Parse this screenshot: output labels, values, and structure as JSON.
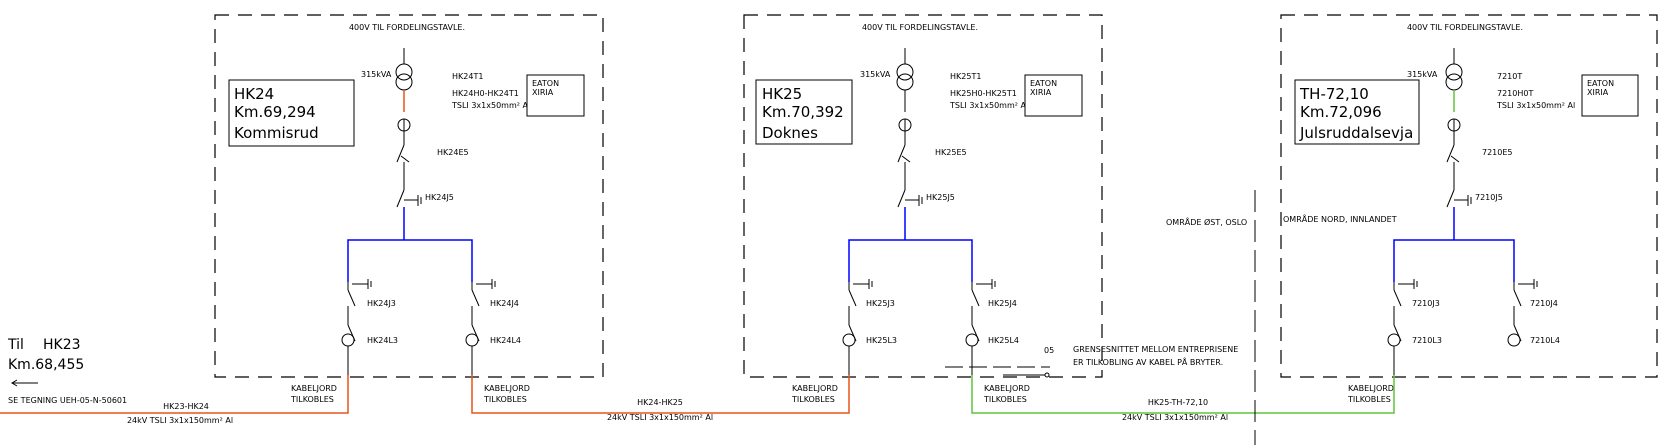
{
  "colors": {
    "busbar": "#0000ff",
    "cable_existing": "#e8541c",
    "cable_new": "#5ec43a",
    "frame": "#000000"
  },
  "stations": [
    {
      "title_lines": [
        "HK24",
        "Km.69,294",
        "Kommisrud"
      ],
      "header": "400V TIL FORDELINGSTAVLE.",
      "kva": "315kVA",
      "transformer_id": "HK24T1",
      "cable_id": "HK24H0-HK24T1",
      "cable_spec": "TSLI 3x1x50mm² Al",
      "breaker_brand": [
        "EATON",
        "XIRIA"
      ],
      "e_switch": "HK24E5",
      "j_switch": "HK24J5",
      "feeder_j": [
        "HK24J3",
        "HK24J4"
      ],
      "feeder_l": [
        "HK24L3",
        "HK24L4"
      ],
      "cable_note": [
        "KABELJORD",
        "TILKOBLES"
      ]
    },
    {
      "title_lines": [
        "HK25",
        "Km.70,392",
        "Doknes"
      ],
      "header": "400V TIL FORDELINGSTAVLE.",
      "kva": "315kVA",
      "transformer_id": "HK25T1",
      "cable_id": "HK25H0-HK25T1",
      "cable_spec": "TSLI 3x1x50mm² Al",
      "breaker_brand": [
        "EATON",
        "XIRIA"
      ],
      "e_switch": "HK25E5",
      "j_switch": "HK25J5",
      "feeder_j": [
        "HK25J3",
        "HK25J4"
      ],
      "feeder_l": [
        "HK25L3",
        "HK25L4"
      ],
      "cable_note": [
        "KABELJORD",
        "TILKOBLES"
      ]
    },
    {
      "title_lines": [
        "TH-72,10",
        "Km.72,096",
        "Julsruddalsevja"
      ],
      "header": "400V TIL FORDELINGSTAVLE.",
      "kva": "315kVA",
      "transformer_id": "7210T",
      "cable_id": "7210H0T",
      "cable_spec": "TSLI 3x1x50mm² Al",
      "breaker_brand": [
        "EATON",
        "XIRIA"
      ],
      "e_switch": "7210E5",
      "j_switch": "7210J5",
      "feeder_j": [
        "7210J3",
        "7210J4"
      ],
      "feeder_l": [
        "7210L3",
        "7210L4"
      ],
      "cable_note": [
        "KABELJORD",
        "TILKOBLES"
      ]
    }
  ],
  "left_ref": {
    "til": "Til",
    "station": "HK23",
    "km": "Km.68,455",
    "drawing_ref": "SE TEGNING UEH-05-N-50601"
  },
  "cables": [
    {
      "name": "HK23-HK24",
      "spec": "24kV TSLI 3x1x150mm² Al"
    },
    {
      "name": "HK24-HK25",
      "spec": "24kV TSLI 3x1x150mm² Al"
    },
    {
      "name": "HK25-TH-72,10",
      "spec": "24kV TSLI 3x1x150mm² Al"
    }
  ],
  "regions": {
    "east": "OMRÅDE ØST, OSLO",
    "north": "OMRÅDE NORD, INNLANDET"
  },
  "interface_note": {
    "label": "05",
    "lines": [
      "GRENSESNITTET MELLOM ENTREPRISENE",
      "ER TILKOBLING AV KABEL PÅ BRYTER."
    ]
  }
}
